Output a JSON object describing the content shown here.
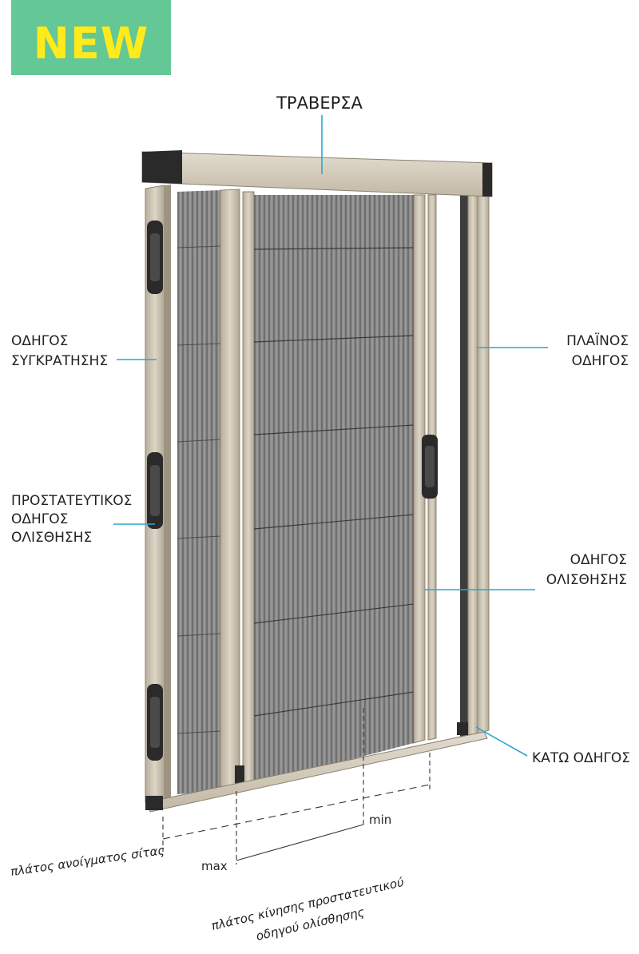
{
  "badge": {
    "text": "NEW",
    "bg_color": "#63c796",
    "text_color": "#ffea1c"
  },
  "callout_color": "#2aa7cf",
  "labels": {
    "traversa": "ΤΡΑΒΕΡΣΑ",
    "retention_guide": [
      "ΟΔΗΓΟΣ",
      "ΣΥΓΚΡΑΤΗΣΗΣ"
    ],
    "side_guide": [
      "ΠΛΑΪΝΟΣ",
      "ΟΔΗΓΟΣ"
    ],
    "protective_guide": [
      "ΠΡΟΣΤΑΤΕΥΤΙΚΟΣ",
      "ΟΔΗΓΟΣ",
      "ΟΛΙΣΘΗΣΗΣ"
    ],
    "sliding_guide": [
      "ΟΔΗΓΟΣ",
      "ΟΛΙΣΘΗΣΗΣ"
    ],
    "bottom_guide": "ΚΑΤΩ ΟΔΗΓΟΣ"
  },
  "dimensions": {
    "min": "min",
    "max": "max",
    "opening_width": "πλάτος ανοίγματος σίτας",
    "travel_width": [
      "πλάτος κίνησης προστατευτικού",
      "οδηγού ολίσθησης"
    ]
  }
}
